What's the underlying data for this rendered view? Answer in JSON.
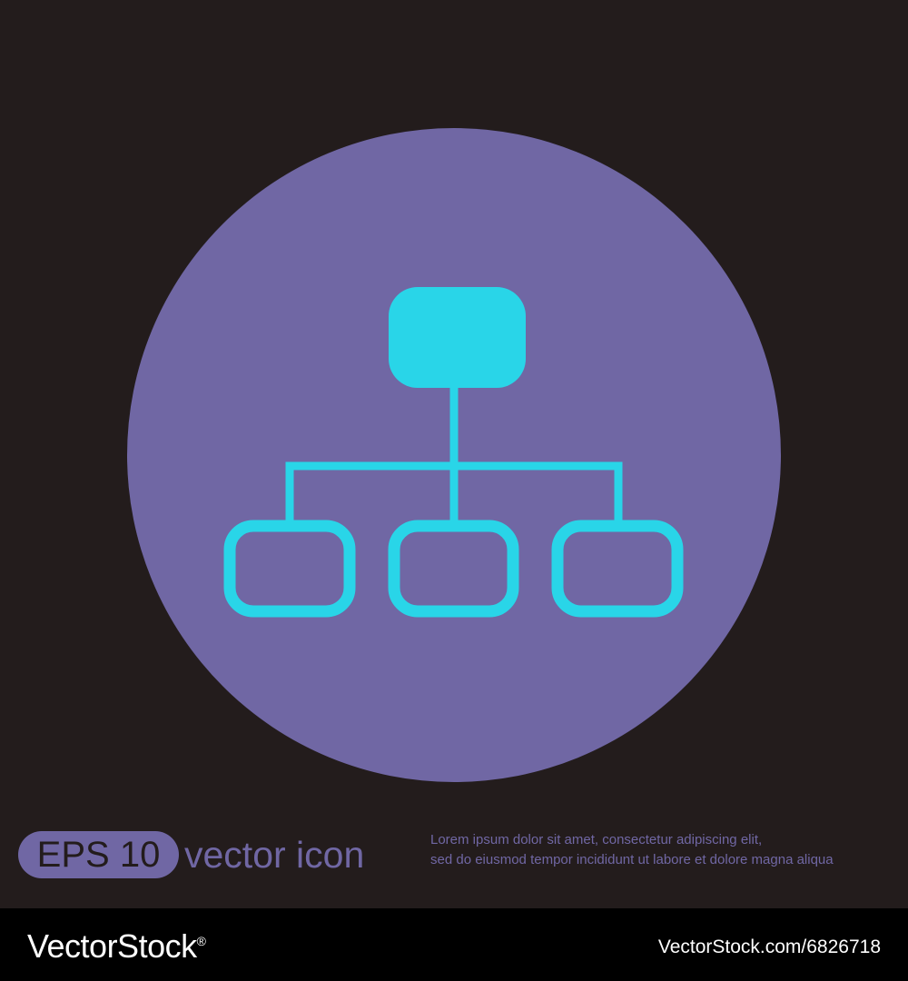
{
  "colors": {
    "background": "#231c1c",
    "circle": "#7067a4",
    "icon": "#29d5e8",
    "accent_text": "#7067a4",
    "badge_text": "#231c1c",
    "watermark_bar": "#000000",
    "watermark_text": "#ffffff"
  },
  "icon": {
    "name": "hierarchy-structure-icon"
  },
  "footer": {
    "badge_label": "EPS 10",
    "title": "vector icon",
    "lorem_line_1": "Lorem ipsum dolor sit amet, consectetur adipiscing elit,",
    "lorem_line_2": "sed do eiusmod tempor incididunt ut labore et dolore magna aliqua"
  },
  "watermark": {
    "logo_text": "VectorStock",
    "logo_mark": "®",
    "image_id": "VectorStock.com/6826718"
  }
}
